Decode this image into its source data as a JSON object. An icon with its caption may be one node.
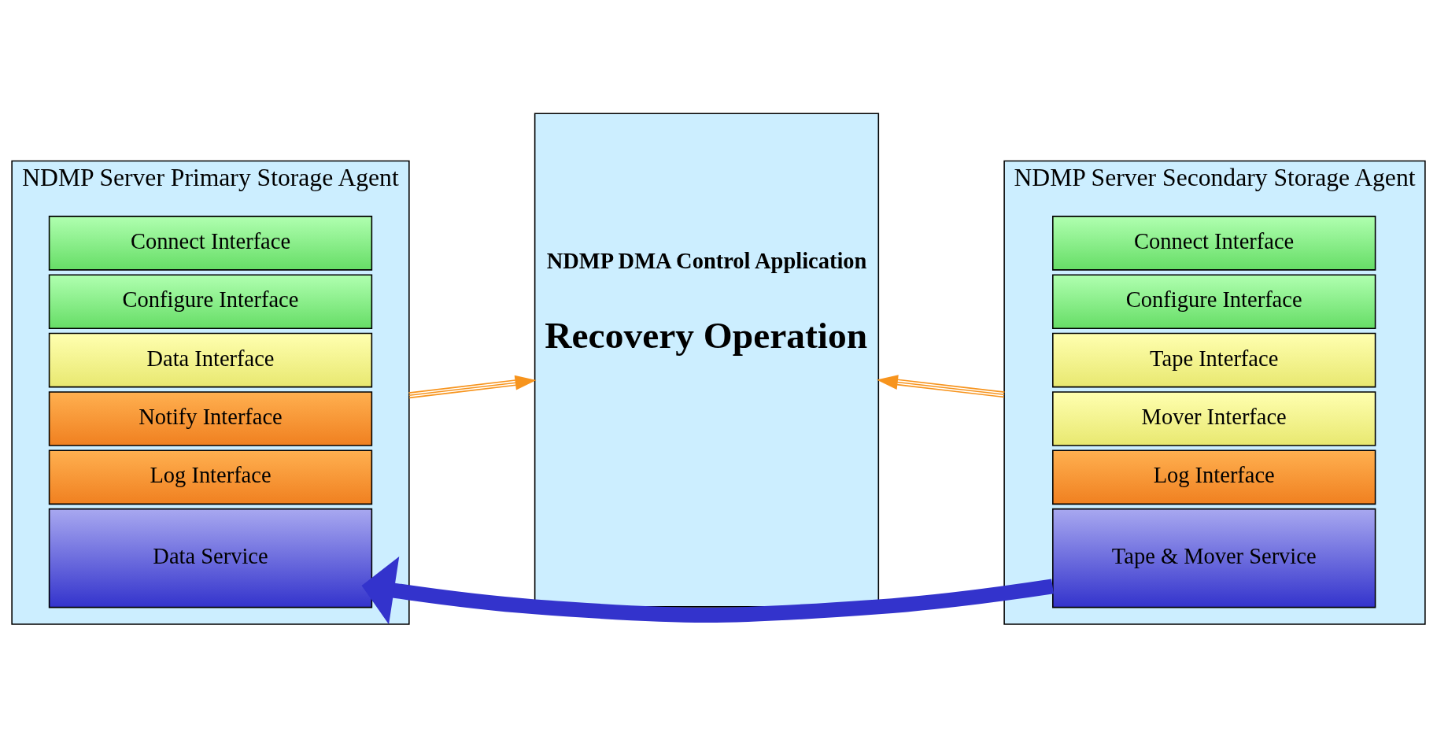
{
  "diagram": {
    "nodes": [
      {
        "text": [
          "NDMP Server Primary Storage Agent"
        ]
      },
      {
        "text": [
          "Connect Interface"
        ],
        "in": 0
      },
      {
        "text": [
          "Configure Interface"
        ],
        "in": 0
      },
      {
        "text": [
          "Data Interface"
        ],
        "in": 0
      },
      {
        "text": [
          "Notify Interface"
        ],
        "in": 0
      },
      {
        "text": [
          "Log Interface"
        ],
        "in": 0
      },
      {
        "text": [
          "Data Service"
        ],
        "in": 0
      },
      {
        "text": [
          "NDMP DMA Control Application",
          "Recovery Operation"
        ]
      },
      {
        "text": [
          "NDMP Server Secondary Storage Agent"
        ]
      },
      {
        "text": [
          "Connect Interface"
        ],
        "in": 8
      },
      {
        "text": [
          "Configure Interface"
        ],
        "in": 8
      },
      {
        "text": [
          "Tape Interface"
        ],
        "in": 8
      },
      {
        "text": [
          "Mover Interface"
        ],
        "in": 8
      },
      {
        "text": [
          "Log Interface"
        ],
        "in": 8
      },
      {
        "text": [
          "Tape & Mover Service"
        ],
        "in": 8
      }
    ],
    "edges": [
      {
        "from": 0,
        "to": 7,
        "arrow": "to"
      },
      {
        "from": 8,
        "to": 7,
        "arrow": "to"
      },
      {
        "from": 14,
        "to": 6,
        "arrow": "to",
        "style": "thick",
        "color": "#3333cc"
      }
    ]
  }
}
